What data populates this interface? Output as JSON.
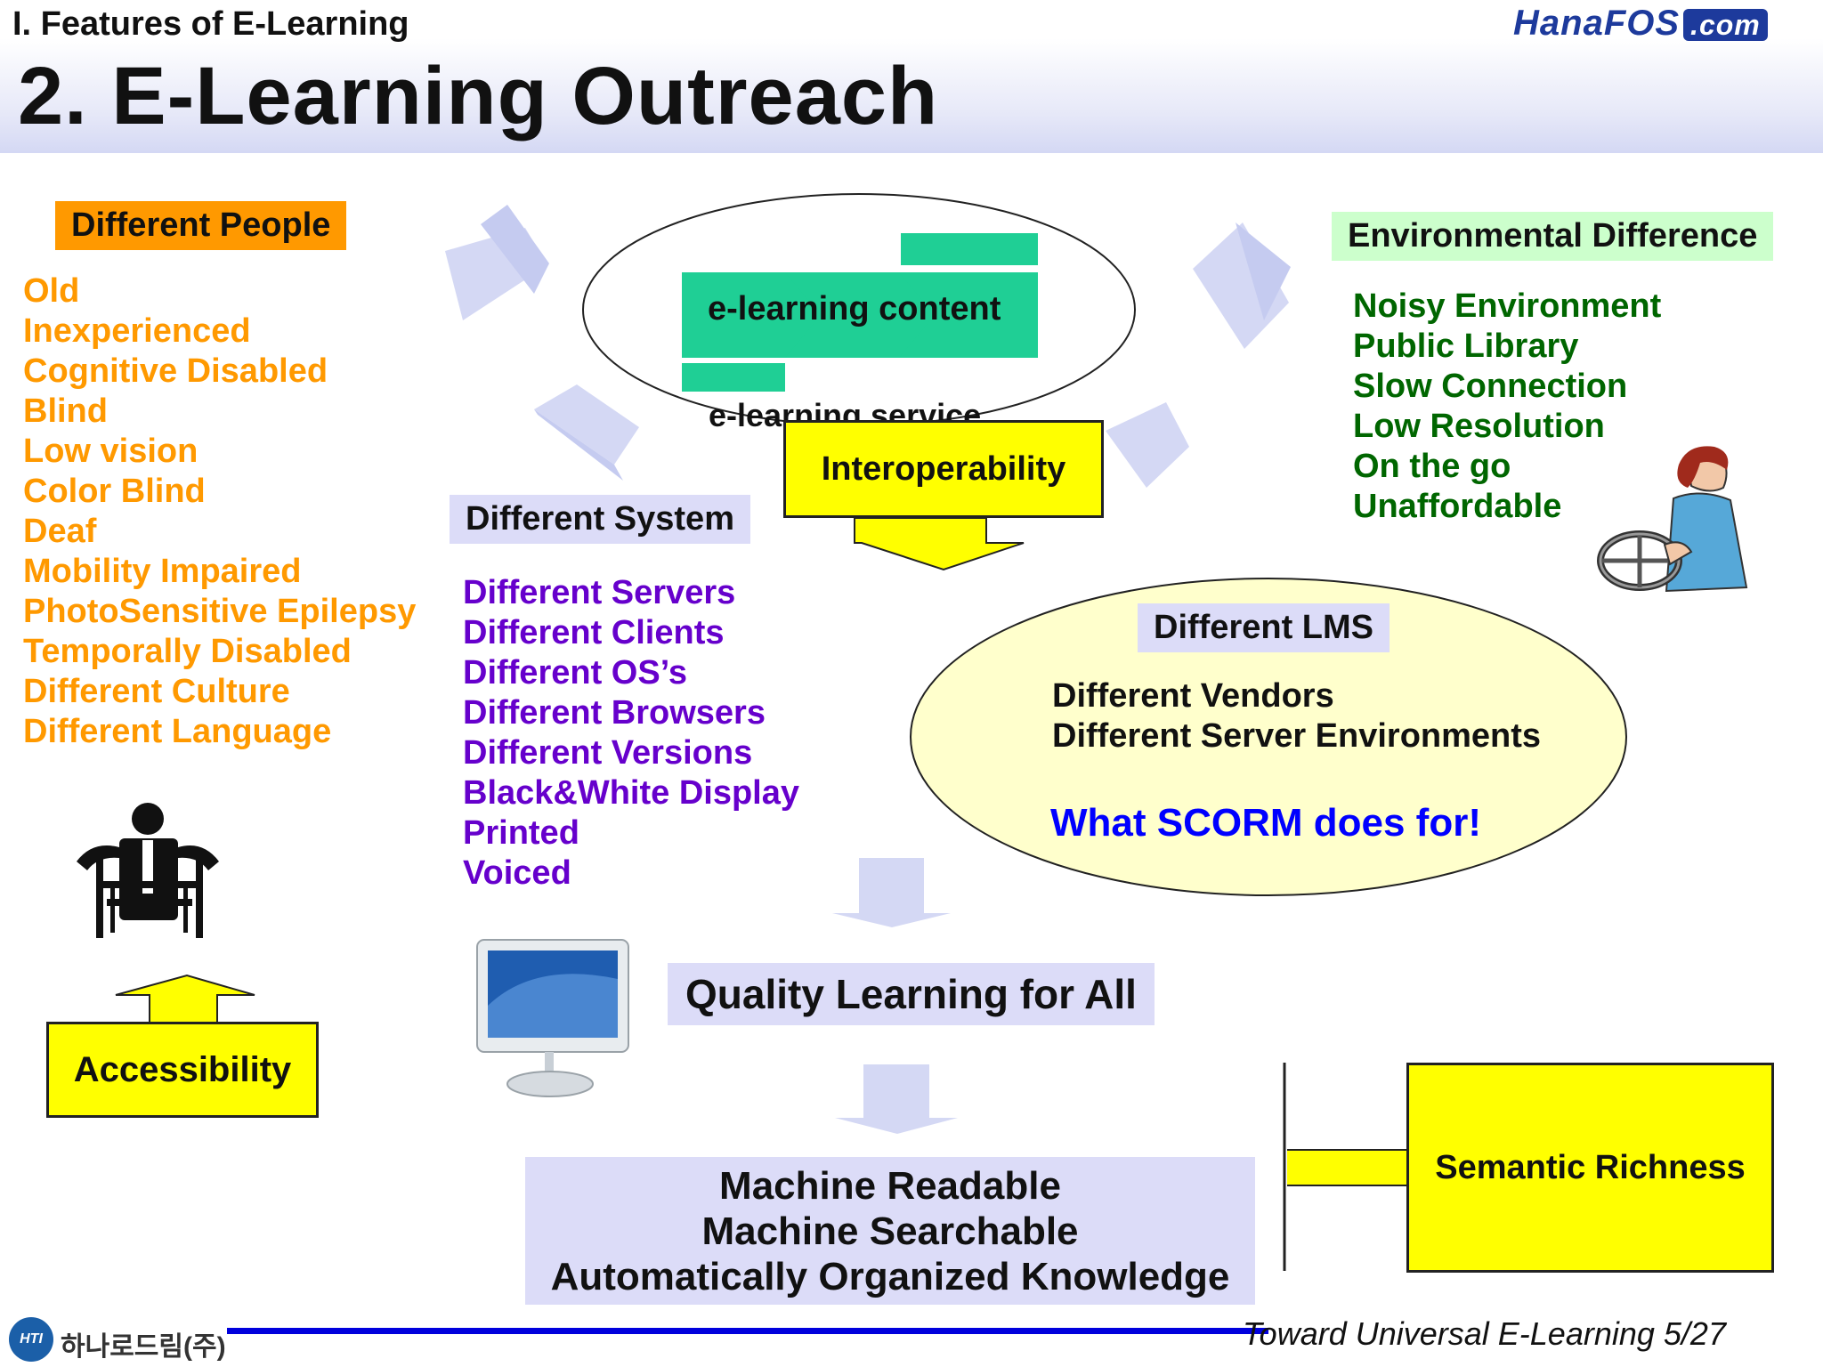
{
  "header": {
    "section": "I. Features of E-Learning",
    "title": "2. E-Learning Outreach",
    "brand": "HanaFOS",
    "brand_suffix": ".com"
  },
  "people": {
    "label": "Different People",
    "items": [
      "Old",
      "Inexperienced",
      "Cognitive Disabled",
      "Blind",
      "Low vision",
      "Color Blind",
      "Deaf",
      "Mobility Impaired",
      "PhotoSensitive Epilepsy",
      "Temporally Disabled",
      "Different Culture",
      "Different Language"
    ]
  },
  "environment": {
    "label": "Environmental Difference",
    "items": [
      "Noisy Environment",
      "Public Library",
      "Slow Connection",
      "Low Resolution",
      "On the go",
      "Unaffordable"
    ]
  },
  "center": {
    "content": "e-learning content",
    "service": "e-learning service",
    "interoperability": "Interoperability"
  },
  "system": {
    "label": "Different System",
    "items": [
      "Different Servers",
      "Different Clients",
      "Different OS’s",
      "Different Browsers",
      "Different Versions",
      "Black&White Display",
      "Printed",
      "Voiced"
    ]
  },
  "lms": {
    "label": "Different LMS",
    "items": [
      "Different Vendors",
      "Different Server Environments"
    ],
    "scorm": "What SCORM does for!"
  },
  "accessibility": "Accessibility",
  "quality": "Quality Learning for All",
  "machine": [
    "Machine Readable",
    "Machine Searchable",
    "Automatically Organized Knowledge"
  ],
  "semantic": "Semantic Richness",
  "footer": {
    "logo": "HTI",
    "company": "하나로드림(주)",
    "caption": "Toward Universal E-Learning 5/27"
  },
  "colors": {
    "people": "#ff9900",
    "environment_text": "#006600",
    "environment_label": "#ccffcc",
    "system_text": "#6600cc",
    "label_lavender": "#dcdcf8",
    "highlight_yellow": "#ffff00",
    "content_green": "#1fcf95",
    "lms_ellipse": "#ffffcc",
    "scorm_blue": "#0000ff",
    "footer_line": "#0000dd"
  }
}
